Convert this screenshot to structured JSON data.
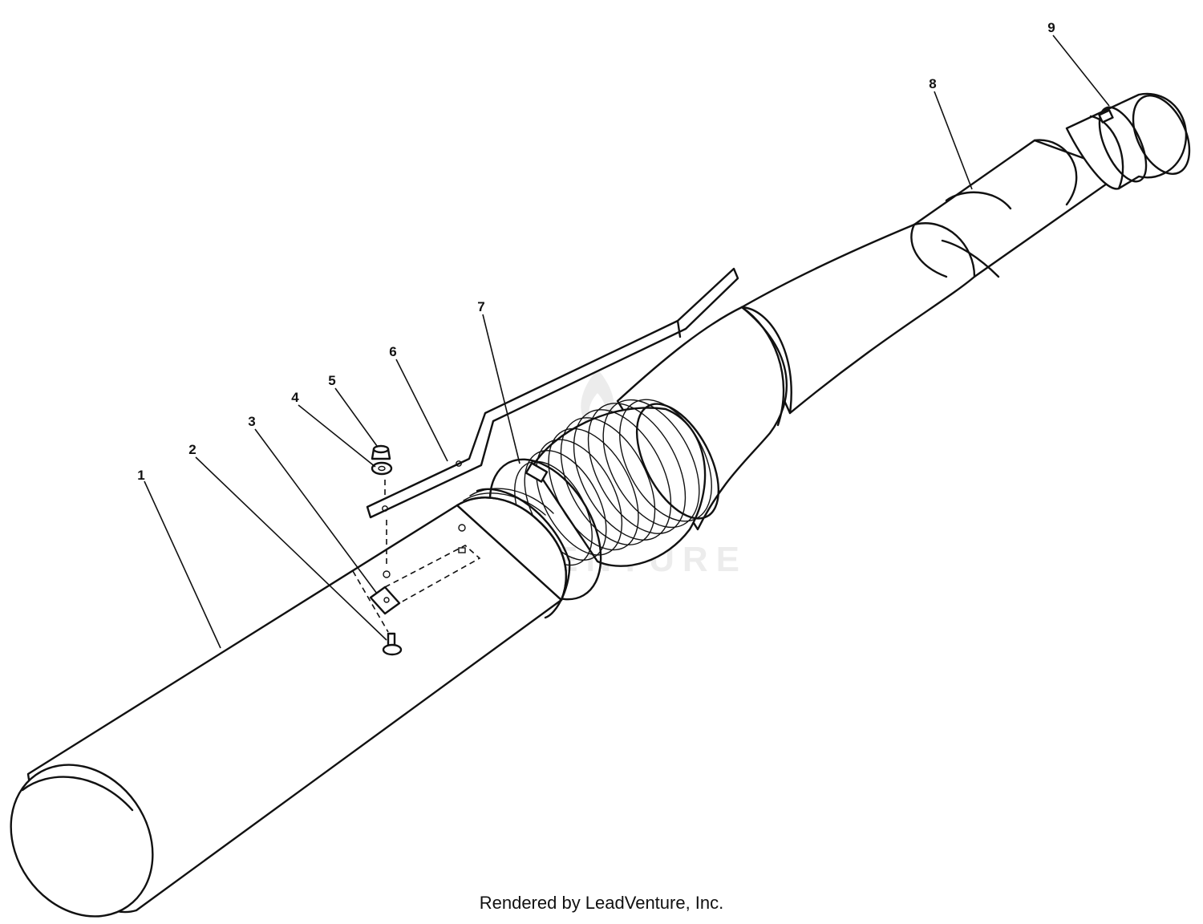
{
  "callouts": [
    {
      "number": "1"
    },
    {
      "number": "2"
    },
    {
      "number": "3"
    },
    {
      "number": "4"
    },
    {
      "number": "5"
    },
    {
      "number": "6"
    },
    {
      "number": "7"
    },
    {
      "number": "8"
    },
    {
      "number": "9"
    }
  ],
  "watermark": "LEADVENTURE",
  "credit": "Rendered by LeadVenture, Inc.",
  "colors": {
    "line": "#111111",
    "background": "#ffffff"
  }
}
